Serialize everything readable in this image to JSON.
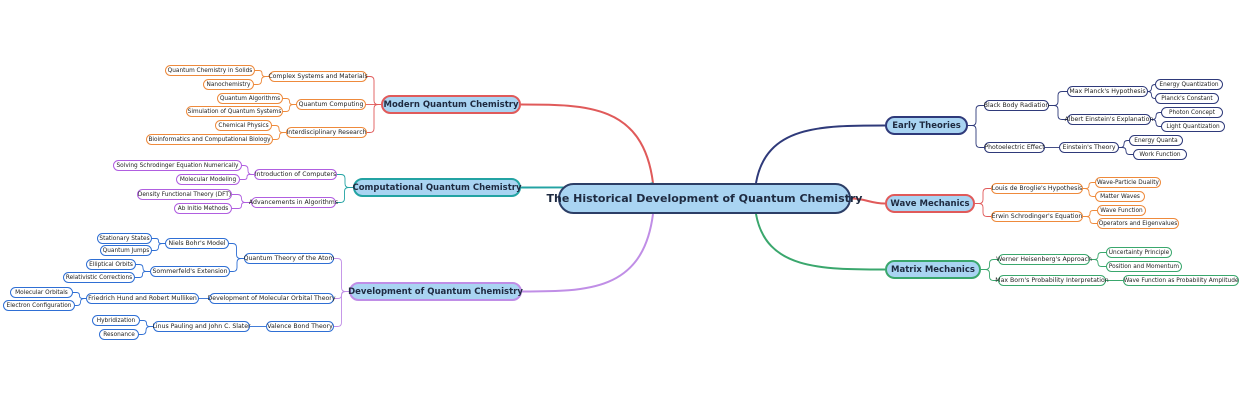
{
  "title": "The Historical Development of Quantum Chemistry",
  "colors": {
    "early": "#2f3a7a",
    "wave": "#e05a5a",
    "matrix": "#3aa76d",
    "modern": "#e05a5a",
    "modern_sub": "#ee8a3c",
    "computational": "#23a3a3",
    "computational_sub": "#b05ee0",
    "development": "#c08ee6",
    "development_sub": "#2f6fd4",
    "main_fill": "#a9d4f2"
  },
  "branches": {
    "early": {
      "label": "Early Theories",
      "children": [
        {
          "label": "Black Body Radiation",
          "children": [
            {
              "label": "Max Planck's Hypothesis",
              "children": [
                {
                  "label": "Energy Quantization"
                },
                {
                  "label": "Planck's Constant"
                }
              ]
            },
            {
              "label": "Albert Einstein's Explanation",
              "children": [
                {
                  "label": "Photon Concept"
                },
                {
                  "label": "Light Quantization"
                }
              ]
            }
          ]
        },
        {
          "label": "Photoelectric Effect",
          "children": [
            {
              "label": "Einstein's Theory",
              "children": [
                {
                  "label": "Energy Quanta"
                },
                {
                  "label": "Work Function"
                }
              ]
            }
          ]
        }
      ]
    },
    "wave": {
      "label": "Wave Mechanics",
      "children": [
        {
          "label": "Louis de Broglie's Hypothesis",
          "children": [
            {
              "label": "Wave-Particle Duality"
            },
            {
              "label": "Matter Waves"
            }
          ]
        },
        {
          "label": "Erwin Schrodinger's Equation",
          "children": [
            {
              "label": "Wave Function"
            },
            {
              "label": "Operators and Eigenvalues"
            }
          ]
        }
      ]
    },
    "matrix": {
      "label": "Matrix Mechanics",
      "children": [
        {
          "label": "Werner Heisenberg's Approach",
          "children": [
            {
              "label": "Uncertainty Principle"
            },
            {
              "label": "Position and Momentum"
            }
          ]
        },
        {
          "label": "Max Born's Probability Interpretation",
          "children": [
            {
              "label": "Wave Function as Probability Amplitude"
            }
          ]
        }
      ]
    },
    "modern": {
      "label": "Modern Quantum Chemistry",
      "children": [
        {
          "label": "Complex Systems and Materials",
          "children": [
            {
              "label": "Quantum Chemistry in Solids"
            },
            {
              "label": "Nanochemistry"
            }
          ]
        },
        {
          "label": "Quantum Computing",
          "children": [
            {
              "label": "Quantum Algorithms"
            },
            {
              "label": "Simulation of Quantum Systems"
            }
          ]
        },
        {
          "label": "Interdisciplinary Research",
          "children": [
            {
              "label": "Chemical Physics"
            },
            {
              "label": "Bioinformatics and Computational Biology"
            }
          ]
        }
      ]
    },
    "computational": {
      "label": "Computational Quantum Chemistry",
      "children": [
        {
          "label": "Introduction of Computers",
          "children": [
            {
              "label": "Solving Schrodinger Equation Numerically"
            },
            {
              "label": "Molecular Modeling"
            }
          ]
        },
        {
          "label": "Advancements in Algorithms",
          "children": [
            {
              "label": "Density Functional Theory (DFT)"
            },
            {
              "label": "Ab Initio Methods"
            }
          ]
        }
      ]
    },
    "development": {
      "label": "Development of Quantum Chemistry",
      "children": [
        {
          "label": "Quantum Theory of the Atom",
          "children": [
            {
              "label": "Niels Bohr's Model",
              "children": [
                {
                  "label": "Stationary States"
                },
                {
                  "label": "Quantum Jumps"
                }
              ]
            },
            {
              "label": "Sommerfeld's Extension",
              "children": [
                {
                  "label": "Elliptical Orbits"
                },
                {
                  "label": "Relativistic Corrections"
                }
              ]
            }
          ]
        },
        {
          "label": "Development of Molecular Orbital Theory",
          "children": [
            {
              "label": "Friedrich Hund and Robert Mulliken",
              "children": [
                {
                  "label": "Molecular Orbitals"
                },
                {
                  "label": "Electron Configuration"
                }
              ]
            }
          ]
        },
        {
          "label": "Valence Bond Theory",
          "children": [
            {
              "label": "Linus Pauling and John C. Slater",
              "children": [
                {
                  "label": "Hybridization"
                },
                {
                  "label": "Resonance"
                }
              ]
            }
          ]
        }
      ]
    }
  }
}
